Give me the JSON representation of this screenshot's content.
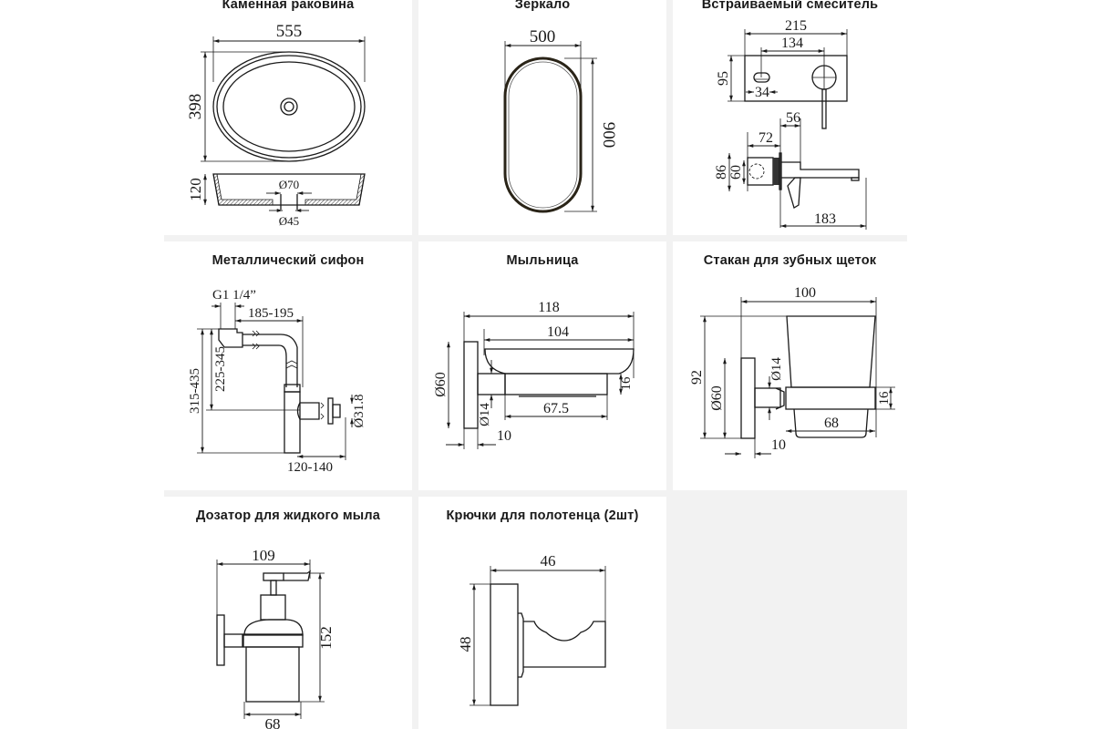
{
  "panels": [
    {
      "id": "sink",
      "title": "Каменная раковина",
      "dims": {
        "width": "555",
        "height": "398",
        "depth": "120",
        "drain_top": "Ø70",
        "drain_bottom": "Ø45"
      }
    },
    {
      "id": "mirror",
      "title": "Зеркало",
      "dims": {
        "width": "500",
        "height": "900"
      }
    },
    {
      "id": "mixer",
      "title": "Встраиваемый смеситель",
      "dims": {
        "plate_width": "215",
        "handle_offset": "134",
        "plate_height": "95",
        "outlet": "34",
        "body_depth": "72",
        "lever_depth": "56",
        "outer_h": "86",
        "inner_h": "60",
        "spout": "183"
      }
    },
    {
      "id": "siphon",
      "title": "Металлический сифон",
      "dims": {
        "thread": "G1 1/4”",
        "horizontal": "185-195",
        "total_height": "315-435",
        "inner_height": "225-345",
        "outlet_diameter": "Ø31.8",
        "outlet_length": "120-140"
      }
    },
    {
      "id": "soap_dish",
      "title": "Мыльница",
      "dims": {
        "total": "118",
        "dish": "104",
        "base": "Ø60",
        "rod": "Ø14",
        "holder_h": "16",
        "holder_w": "67.5",
        "plate": "10"
      }
    },
    {
      "id": "tumbler",
      "title": "Стакан для зубных щеток",
      "dims": {
        "total": "100",
        "height": "92",
        "base": "Ø60",
        "rod": "Ø14",
        "holder_h": "16",
        "holder_w": "68",
        "plate": "10"
      }
    },
    {
      "id": "dispenser",
      "title": "Дозатор для жидкого мыла",
      "dims": {
        "width": "109",
        "height": "152",
        "glass": "68"
      }
    },
    {
      "id": "hook",
      "title": "Крючки для полотенца (2шт)",
      "dims": {
        "depth": "46",
        "height": "48"
      }
    }
  ]
}
